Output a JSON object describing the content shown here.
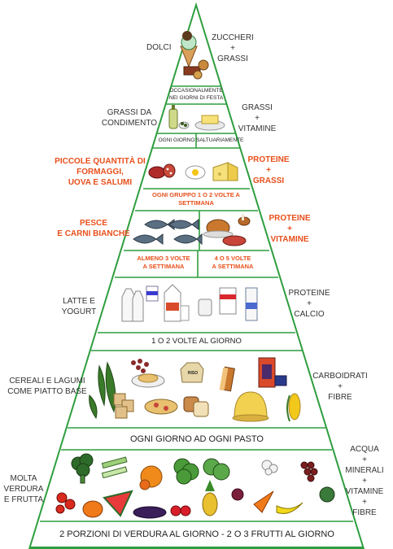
{
  "levels": {
    "dolci": {
      "left": "DOLCI",
      "right_line1": "ZUCCHERI",
      "right_plus": "+",
      "right_line2": "GRASSI",
      "band": "OCCASIONALMENTE NEI GIORNI DI FESTA"
    },
    "grassi": {
      "left_line1": "GRASSI DA",
      "left_line2": "CONDIMENTO",
      "right_line1": "GRASSI",
      "right_plus": "+",
      "right_line2": "VITAMINE",
      "band_left": "OGNI GIORNO",
      "band_right": "SALTUARIAMENTE"
    },
    "formaggi": {
      "left_line1": "PICCOLE QUANTITÀ DI",
      "left_line2": "FORMAGGI,",
      "left_line3": "UOVA E SALUMI",
      "right_line1": "PROTEINE",
      "right_plus": "+",
      "right_line2": "GRASSI",
      "band": "OGNI GRUPPO 1 o 2 VOLTE A SETTIMANA"
    },
    "pesce": {
      "left_line1": "PESCE",
      "left_line2": "E CARNI BIANCHE",
      "right_line1": "PROTEINE",
      "right_plus": "+",
      "right_line2": "VITAMINE",
      "band_left_line1": "ALMENO 3 VOLTE",
      "band_left_line2": "A SETTIMANA",
      "band_right_line1": "4 o 5 VOLTE",
      "band_right_line2": "A SETTIMANA"
    },
    "latte": {
      "left_line1": "LATTE E",
      "left_line2": "YOGURT",
      "right_line1": "PROTEINE",
      "right_plus": "+",
      "right_line2": "CALCIO",
      "band": "1 o 2 VOLTE AL GIORNO"
    },
    "cereali": {
      "left_line1": "CEREALI E LAGUMI",
      "left_line2": "COME PIATTO BASE",
      "right_line1": "CARBOIDRATI",
      "right_plus": "+",
      "right_line2": "FIBRE",
      "band": "OGNI GIORNO AD OGNI PASTO",
      "rice_label": "RISO"
    },
    "verdura": {
      "left_line1": "MOLTA",
      "left_line2": "VERDURA",
      "left_line3": "E FRUTTA",
      "right_1": "ACQUA",
      "right_p1": "+",
      "right_2": "MINERALI",
      "right_p2": "+",
      "right_3": "VITAMINE",
      "right_p3": "+",
      "right_4": "FIBRE",
      "band": "2 PORZIONI DI VERDURA AL GIORNO - 2 o 3 FRUTTI AL GIORNO"
    }
  },
  "colors": {
    "outline": "#2e9e3e",
    "orange": "#e8501c"
  }
}
